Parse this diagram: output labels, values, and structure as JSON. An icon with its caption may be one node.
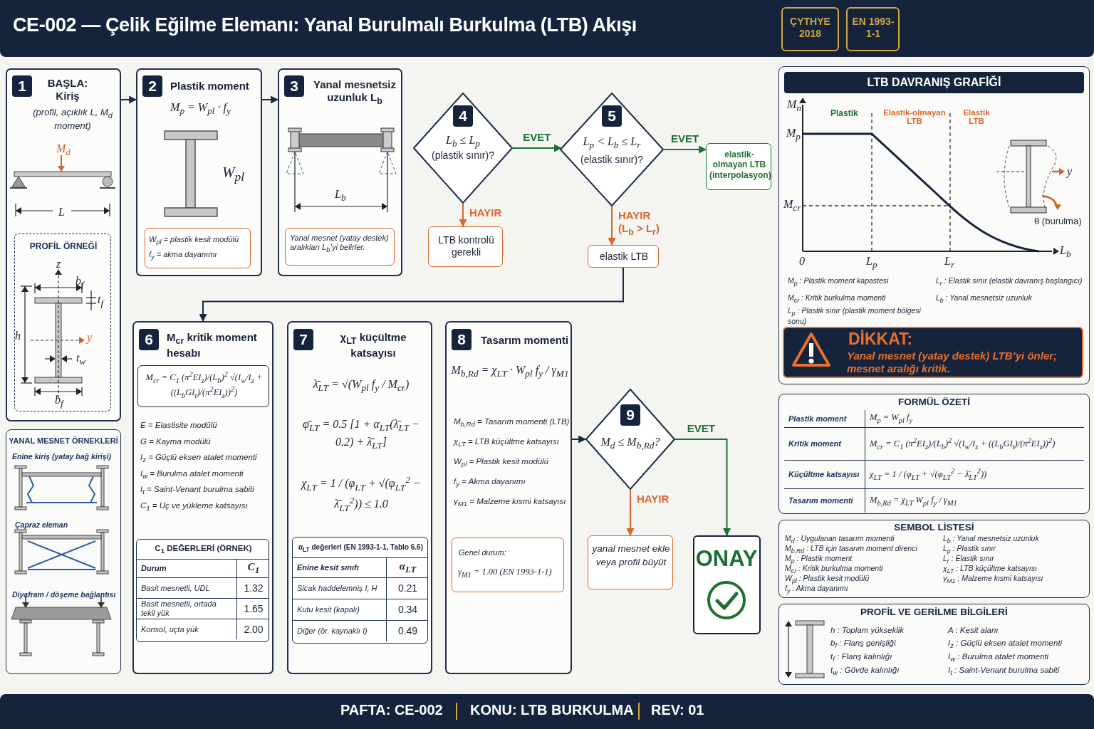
{
  "diagram": {
    "title": "CE-002 — Çelik Eğilme Elemanı: Yanal Burulmalı Burkulma (LTB) Akışı",
    "nodes": [
      {
        "text": [
          "1",
          "BAŞLA: Kiriş",
          "(profil, açıklık L, M$_{d}$ moment)"
        ]
      },
      {
        "text": [
          "PROFİL ÖRNEĞİ"
        ],
        "in": 0
      },
      {
        "text": [
          "2",
          "Plastik moment",
          "M$_{p}$ = W$_{pl}$ · f$_{y}$"
        ]
      },
      {
        "text": [
          "W$_{pl}$ = plastik kesit modülü",
          "f$_{y}$ = akma dayanımı"
        ],
        "in": 2
      },
      {
        "text": [
          "3",
          "Yanal mesnetsiz uzunluk L$_{b}$"
        ]
      },
      {
        "text": [
          "Yanal mesnet (yatay destek) aralıkları L$_{b}$’yi belirler."
        ],
        "in": 4
      },
      {
        "text": [
          "4",
          "L$_{b}$ ≤ L$_{p}$",
          "(plastik sınır)?"
        ]
      },
      {
        "text": [
          "LTB kontrolü gerekli"
        ]
      },
      {
        "text": [
          "5",
          "L$_{p}$ < L$_{b}$ ≤ L$_{r}$",
          "(elastik sınır)?"
        ]
      },
      {
        "text": [
          "elastik-olmayan LTB (interpolasyon)"
        ]
      },
      {
        "text": [
          "elastik LTB"
        ]
      },
      {
        "text": [
          "6",
          "M$_{cr}$ kritik moment hesabı",
          "E = Elastisite modülü",
          "G = Kayma modülü",
          "I$_{z}$ = Güçlü eksen atalet momenti",
          "I$_{w}$ = Burulma atalet momenti",
          "I$_{t}$ = Saint-Venant burulma sabiti",
          "C$_{1}$ = Uç ve yükleme katsayısı"
        ]
      },
      {
        "text": [
          "M$_{cr}$ = C$_{1}$ (π$^{2}$EI$_{z}$)/(L$_{b}$)$^{2}$ √(I$_{w}$/I$_{z}$ + ((L$_{b}$GI$_{t}$)/(π$^{2}$EI$_{z}$))$^{2}$)"
        ],
        "in": 11
      },
      {
        "text": [
          "C$_{1}$ DEĞERLERİ (ÖRNEK)",
          "Durum",
          "C$_{1}$",
          "Basit mesnetli, UDL",
          "1.32",
          "Basit mesnetli, ortada tekil yük",
          "1.65",
          "Konsol, uçta yük",
          "2.00"
        ],
        "in": 11
      },
      {
        "text": [
          "7",
          "χ$_{LT}$ küçültme katsayısı",
          "λ̄$_{LT}$ = √(W$_{pl}$ f$_{y}$ / M$_{cr}$)",
          "φ̄$_{LT}$ = 0.5 [1 + α$_{LT}$(λ̄$_{LT}$ − 0.2) + λ̄$_{LT}$]",
          "χ$_{LT}$ = 1 / (φ$_{LT}$ + √(φ$_{LT}$$^{2}$ − λ̄$_{LT}$$^{2}$)) ≤ 1.0"
        ]
      },
      {
        "text": [
          "α$_{LT}$ değerleri (EN 1993-1-1, Tablo 6.6)",
          "Enine kesit sınıfı",
          "α$_{LT}$",
          "Sicak haddelemniş I, H",
          "0.21",
          "Kutu kesit (kapalı)",
          "0.34",
          "Diğer (ör. kaynaklı I)",
          "0.49"
        ],
        "in": 14
      },
      {
        "text": [
          "8",
          "Tasarım momenti",
          "M$_{b,Rd}$ = χ$_{LT}$ · W$_{pl}$ f$_{y}$ / γ$_{M1}$",
          "M$_{b,Rd}$ = Tasarım momenti (LTB)",
          "χ$_{LT}$ = LTB küçültme katsayısı",
          "W$_{pl}$ = Plastik kesit modülü",
          "f$_{y}$ = Akma dayanımı",
          "γ$_{M1}$ = Malzeme kısmi katsayısı"
        ]
      },
      {
        "text": [
          "Genel durum:",
          "γ$_{M1}$ = 1.00 (EN 1993-1-1)"
        ],
        "in": 16
      },
      {
        "text": [
          "9",
          "M$_{d}$ ≤ M$_{b,Rd}$?"
        ]
      },
      {
        "text": [
          "yanal mesnet ekle veya profil büyüt"
        ]
      },
      {
        "text": [
          "ONAY"
        ]
      },
      {
        "text": [
          "YANAL MESNET ÖRNEKLERİ",
          "Enine kiriş (yatay bağ kirişi)",
          "Çapraz eleman",
          "Diyafram / döşeme bağlantısı"
        ]
      },
      {
        "text": [
          "LTB DAVRANIŞ GRAFİĞİ",
          "M$_{p}$ : Plastik moment kapastesi",
          "M$_{cr}$ : Kritik burkulma momenti",
          "L$_{p}$ : Plastik sınır (plastik moment bölgesi sonu)",
          "L$_{r}$ : Elastik sınır (elastik davranış başlangıcı)",
          "L$_{b}$ : Yanal mesnetsiz uzunluk"
        ]
      },
      {
        "text": [
          "DİKKAT:",
          "Yanal mesnet (yatay destek) LTB’yi önler; mesnet aralığı kritik."
        ],
        "in": 22
      },
      {
        "text": [
          "FORMÜL ÖZETİ",
          "Plastik moment",
          "M$_{p}$ = W$_{pl}$ f$_{y}$",
          "Kritik moment",
          "M$_{cr}$ = C$_{1}$ (π$^{2}$EI$_{z}$)/(L$_{b}$)$^{2}$ √(I$_{w}$/I$_{z}$ + ((L$_{b}$GI$_{t}$)/(π$^{2}$EI$_{z}$))$^{2}$)",
          "Küçültme katsayısı",
          "χ$_{LT}$ = 1 / (φ$_{LT}$ + √(φ$_{LT}$$^{2}$ − λ̄$_{LT}$$^{2}$))",
          "Tasarım momenti",
          "M$_{b,Rd}$ = χ$_{LT}$ W$_{pl}$ f$_{y}$ / γ$_{M1}$"
        ]
      },
      {
        "text": [
          "SEMBOL LİSTESİ",
          "M$_{d}$ : Uygulanan tasarım momenti",
          "M$_{b,Rd}$ : LTB için tasarım moment direnci",
          "M$_{p}$ : Plastik moment",
          "M$_{cr}$ : Kritik burkulma momenti",
          "W$_{pl}$ : Plastik kesit modülü",
          "f$_{y}$ : Akma dayanımı",
          "L$_{b}$ : Yanal mesnetsiz uzunluk",
          "L$_{p}$ : Plastik sınır",
          "L$_{r}$ : Elastik sınır",
          "χ$_{LT}$ : LTB küçültme katsayısı",
          "γ$_{M1}$ : Malzeme kısmi katsayısı"
        ]
      },
      {
        "text": [
          "PROFİL VE GERİLME BİLGİLERİ",
          "h : Toplam yükseklik",
          "b$_{f}$ : Flanş genişliği",
          "t$_{f}$ : Flanş kalınlığı",
          "t$_{w}$ : Gövde kalınlığı",
          "A : Kesit alanı",
          "I$_{z}$ : Güçlü eksen atalet momenti",
          "I$_{w}$ : Burulma atalet momenti",
          "I$_{t}$ : Saint-Venant burulma sabiti"
        ]
      },
      {
        "text": [
          "ÇYTHYE 2018"
        ]
      },
      {
        "text": [
          "EN 1993-1-1"
        ]
      }
    ],
    "edges": [
      {
        "from": 0,
        "to": 2,
        "arrow": "to"
      },
      {
        "from": 2,
        "to": 4,
        "arrow": "to"
      },
      {
        "from": 6,
        "to": 8,
        "arrow": "to",
        "label": "EVET",
        "color": "#1f6f34"
      },
      {
        "from": 6,
        "to": 7,
        "arrow": "to",
        "label": "HAYIR",
        "color": "#d8672c"
      },
      {
        "from": 8,
        "to": 9,
        "arrow": "to",
        "label": "EVET",
        "color": "#1f6f34"
      },
      {
        "from": 8,
        "to": 10,
        "arrow": "to",
        "label": "HAYIR (L$_{b}$ > L$_{r}$)",
        "color": "#d8672c"
      },
      {
        "from": 10,
        "to": 11,
        "arrow": "to"
      },
      {
        "from": 16,
        "to": 18,
        "arrow": "to"
      },
      {
        "from": 18,
        "to": 20,
        "arrow": "to",
        "label": "EVET",
        "color": "#1f6f34"
      },
      {
        "from": 18,
        "to": 19,
        "arrow": "to",
        "label": "HAYIR",
        "color": "#d8672c"
      }
    ],
    "labels": [
      "M$_{d}$",
      "L",
      "z",
      "b$_{f}$",
      "t$_{f}$",
      "h",
      "y",
      "t$_{w}$",
      "b$_{f}$",
      "W$_{pl}$",
      "L$_{b}$",
      "M$_{n}$",
      "M$_{p}$",
      "M$_{cr}$",
      "0",
      "L$_{p}$",
      "L$_{r}$",
      "L$_{b}$",
      "Plastik",
      "Elastik-olmayan LTB",
      "Elastik LTB",
      "y",
      "θ (burulma)",
      "PAFTA: CE-002",
      "KONU: LTB BURKULMA",
      "REV: 01"
    ]
  }
}
